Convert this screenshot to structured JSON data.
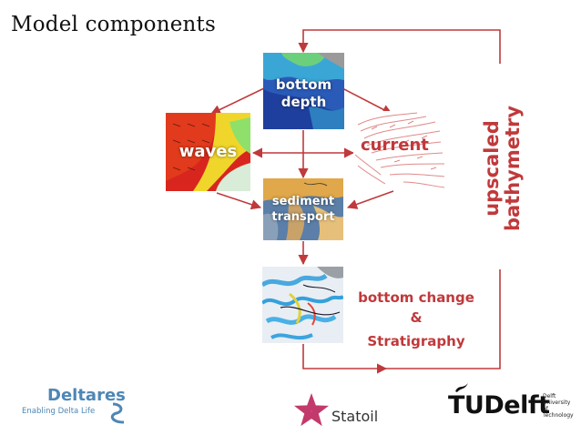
{
  "title": "Model components",
  "nodes": {
    "bottom_depth": {
      "line1": "bottom",
      "line2": "depth"
    },
    "waves": "waves",
    "current": "current",
    "sediment_transport": {
      "line1": "sediment",
      "line2": "transport"
    },
    "bottom_change": {
      "line1": "bottom change",
      "line2": "&",
      "line3": "Stratigraphy"
    },
    "upscaled": {
      "line1": "upscaled",
      "line2": "bathymetry"
    }
  },
  "logos": {
    "deltares": {
      "name": "Deltares",
      "tagline": "Enabling Delta Life"
    },
    "statoil": {
      "name": "Statoil"
    },
    "tudelft": {
      "name": "TUDelft",
      "sub1": "Delft",
      "sub2": "University of",
      "sub3": "Technology"
    }
  },
  "colors": {
    "arrow": "#c0393b",
    "accent_red": "#c0393b",
    "deltares_blue": "#4d87b6",
    "statoil_pink": "#c23a6b"
  }
}
